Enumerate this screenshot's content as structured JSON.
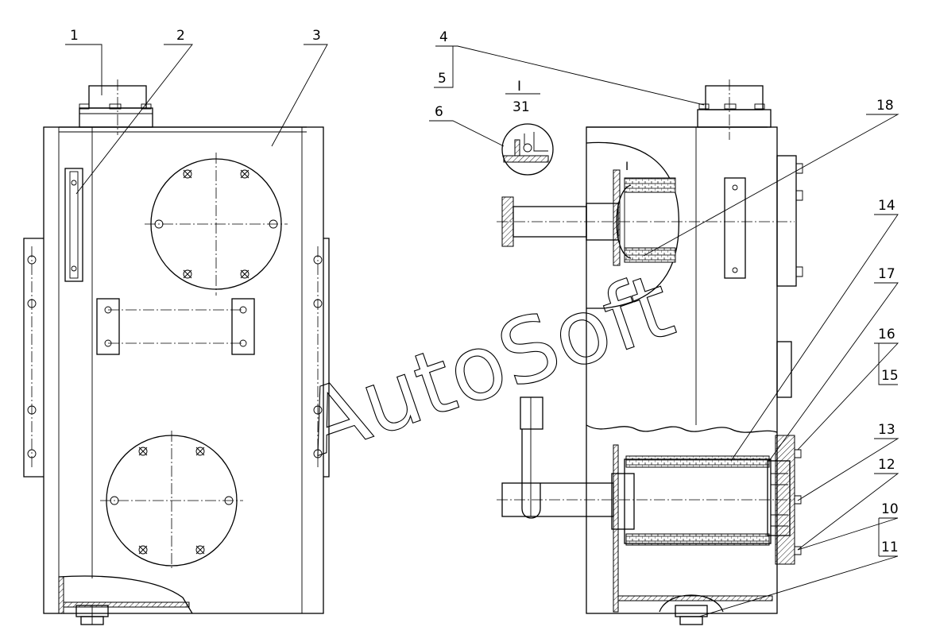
{
  "callouts": {
    "c1": "1",
    "c2": "2",
    "c3": "3",
    "c4": "4",
    "c5": "5",
    "c6": "6",
    "c10": "10",
    "c11": "11",
    "c12": "12",
    "c13": "13",
    "c14": "14",
    "c15": "15",
    "c16": "16",
    "c17": "17",
    "c18": "18"
  },
  "detail": {
    "ref_top": "I",
    "ref_bottom": "31",
    "view_mark": "I"
  },
  "watermark": "AutoSoft"
}
